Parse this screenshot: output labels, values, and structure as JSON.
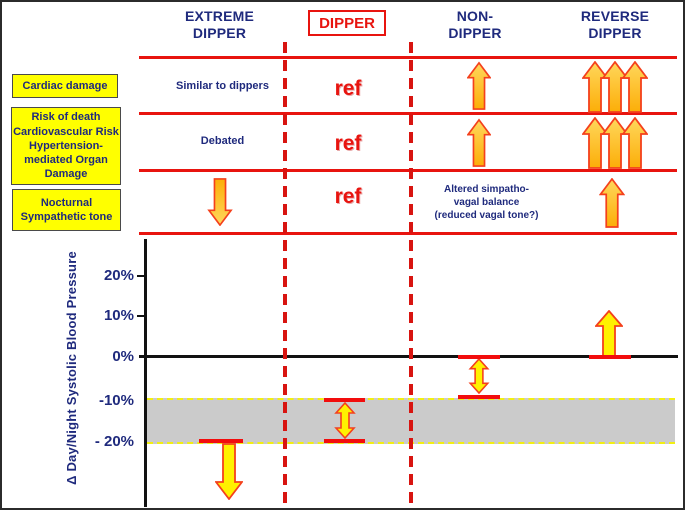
{
  "columns": [
    {
      "id": "extreme-dipper",
      "label": "EXTREME\nDIPPER"
    },
    {
      "id": "dipper",
      "label": "DIPPER",
      "style": "red-outlined-box"
    },
    {
      "id": "non-dipper",
      "label": "NON-\nDIPPER"
    },
    {
      "id": "reverse-dipper",
      "label": "REVERSE\nDIPPER"
    }
  ],
  "rows": [
    {
      "label": "Cardiac damage",
      "cells": {
        "extreme_dipper": "Similar to dippers",
        "dipper": "ref",
        "non_dipper_icon": "up-arrow",
        "reverse_dipper_icon": "triple-up-arrows"
      }
    },
    {
      "label": "Risk of death\nCardiovascular Risk\nHypertension-\nmediated Organ\nDamage",
      "cells": {
        "extreme_dipper": "Debated",
        "dipper": "ref",
        "non_dipper_icon": "up-arrow",
        "reverse_dipper_icon": "triple-up-arrows"
      }
    },
    {
      "label": "Nocturnal\nSympathetic tone",
      "cells": {
        "extreme_dipper_icon": "down-arrow",
        "dipper": "ref",
        "non_dipper": "Altered simpatho-\nvagal balance\n(reduced vagal tone?)",
        "reverse_dipper_icon": "up-arrow"
      }
    }
  ],
  "chart": {
    "ylabel": "Δ Day/Night Systolic Blood Pressure",
    "yticks": [
      "20%",
      "10%",
      "0%",
      "-10%",
      "- 20%"
    ],
    "dipping_band": {
      "from": "-10%",
      "to": "-20%",
      "fill": "#cbcbcb",
      "border": "yellow-dashed"
    },
    "column_markers": [
      {
        "column": "EXTREME DIPPER",
        "icon": "down-arrow",
        "from": "-20%",
        "direction": "below -20%"
      },
      {
        "column": "DIPPER",
        "icon": "double-headed-arrow",
        "from": "-10%",
        "to": "-20%"
      },
      {
        "column": "NON-DIPPER",
        "icon": "double-headed-arrow",
        "from": "0%",
        "to": "-10%"
      },
      {
        "column": "REVERSE DIPPER",
        "icon": "up-arrow",
        "from": "0%",
        "to": "10%"
      }
    ]
  },
  "palette": {
    "navy": "#1f2a7d",
    "red": "#e8140f",
    "label_yellow": "#ffff00",
    "table_arrow_orange": "#fdb511",
    "chart_arrow_yellow": "#fff100",
    "band_gray": "#cbcbcb"
  }
}
